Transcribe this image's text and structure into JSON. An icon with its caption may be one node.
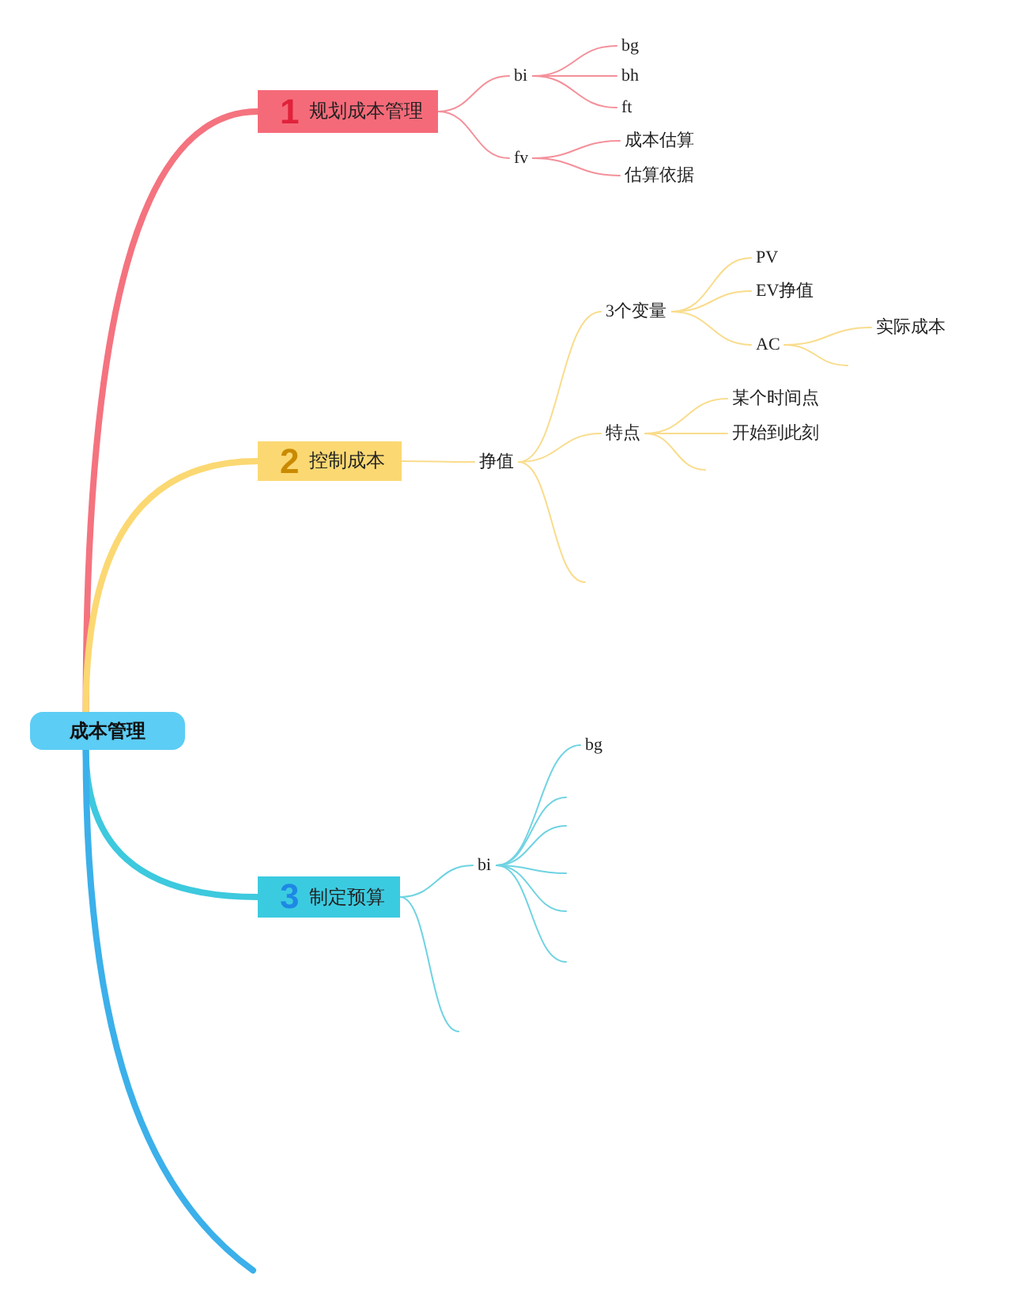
{
  "diagram": {
    "nodes": [
      {
        "text": [
          "成本管理"
        ]
      },
      {
        "text": [
          "1",
          "规划成本管理"
        ]
      },
      {
        "text": [
          "bi"
        ]
      },
      {
        "text": [
          "bg"
        ]
      },
      {
        "text": [
          "bh"
        ]
      },
      {
        "text": [
          "ft"
        ]
      },
      {
        "text": [
          "fv"
        ]
      },
      {
        "text": [
          "成本估算"
        ]
      },
      {
        "text": [
          "估算依据"
        ]
      },
      {
        "text": [
          "2",
          "控制成本"
        ]
      },
      {
        "text": [
          "挣值"
        ]
      },
      {
        "text": [
          "3个变量"
        ]
      },
      {
        "text": [
          "PV"
        ]
      },
      {
        "text": [
          "EV挣值"
        ]
      },
      {
        "text": [
          "AC"
        ]
      },
      {
        "text": [
          "实际成本"
        ]
      },
      {
        "text": [
          "特点"
        ]
      },
      {
        "text": [
          "某个时间点"
        ]
      },
      {
        "text": [
          "开始到此刻"
        ]
      },
      {
        "text": [
          "3",
          "制定预算"
        ]
      },
      {
        "text": [
          "bi"
        ]
      },
      {
        "text": [
          "bg"
        ]
      }
    ],
    "edges": [
      {
        "from": 0,
        "to": 1,
        "arrow": "none",
        "style": "thick",
        "color": "#f4737f"
      },
      {
        "from": 0,
        "to": 9,
        "arrow": "none",
        "style": "thick",
        "color": "#fbd872"
      },
      {
        "from": 0,
        "to": 19,
        "arrow": "none",
        "style": "thick",
        "color": "#3dc9de"
      },
      {
        "from": 0,
        "to": null,
        "arrow": "none",
        "style": "thick",
        "color": "#3bb0ea"
      },
      {
        "from": 1,
        "to": 2,
        "arrow": "none",
        "color": "#f4909a"
      },
      {
        "from": 1,
        "to": 6,
        "arrow": "none",
        "color": "#f4909a"
      },
      {
        "from": 2,
        "to": 3,
        "arrow": "none",
        "color": "#f4909a"
      },
      {
        "from": 2,
        "to": 4,
        "arrow": "none",
        "color": "#f4909a"
      },
      {
        "from": 2,
        "to": 5,
        "arrow": "none",
        "color": "#f4909a"
      },
      {
        "from": 6,
        "to": 7,
        "arrow": "none",
        "color": "#f4909a"
      },
      {
        "from": 6,
        "to": 8,
        "arrow": "none",
        "color": "#f4909a"
      },
      {
        "from": 9,
        "to": 10,
        "arrow": "none",
        "color": "#f9dc8c"
      },
      {
        "from": 10,
        "to": 11,
        "arrow": "none",
        "color": "#f9dc8c"
      },
      {
        "from": 10,
        "to": 16,
        "arrow": "none",
        "color": "#f9dc8c"
      },
      {
        "from": 10,
        "to": null,
        "arrow": "none",
        "color": "#f9dc8c"
      },
      {
        "from": 11,
        "to": 12,
        "arrow": "none",
        "color": "#f9dc8c"
      },
      {
        "from": 11,
        "to": 13,
        "arrow": "none",
        "color": "#f9dc8c"
      },
      {
        "from": 11,
        "to": 14,
        "arrow": "none",
        "color": "#f9dc8c"
      },
      {
        "from": 14,
        "to": 15,
        "arrow": "none",
        "color": "#f9dc8c"
      },
      {
        "from": 14,
        "to": null,
        "arrow": "none",
        "color": "#f9dc8c"
      },
      {
        "from": 16,
        "to": 17,
        "arrow": "none",
        "color": "#f9dc8c"
      },
      {
        "from": 16,
        "to": 18,
        "arrow": "none",
        "color": "#f9dc8c"
      },
      {
        "from": 16,
        "to": null,
        "arrow": "none",
        "color": "#f9dc8c"
      },
      {
        "from": 19,
        "to": 20,
        "arrow": "none",
        "color": "#6fd3e2"
      },
      {
        "from": 19,
        "to": null,
        "arrow": "none",
        "color": "#6fd3e2"
      },
      {
        "from": 20,
        "to": 21,
        "arrow": "none",
        "color": "#6fd3e2"
      },
      {
        "from": 20,
        "to": null,
        "arrow": "none",
        "color": "#6fd3e2"
      },
      {
        "from": 20,
        "to": null,
        "arrow": "none",
        "color": "#6fd3e2"
      },
      {
        "from": 20,
        "to": null,
        "arrow": "none",
        "color": "#6fd3e2"
      },
      {
        "from": 20,
        "to": null,
        "arrow": "none",
        "color": "#6fd3e2"
      },
      {
        "from": 20,
        "to": null,
        "arrow": "none",
        "color": "#6fd3e2"
      }
    ]
  }
}
